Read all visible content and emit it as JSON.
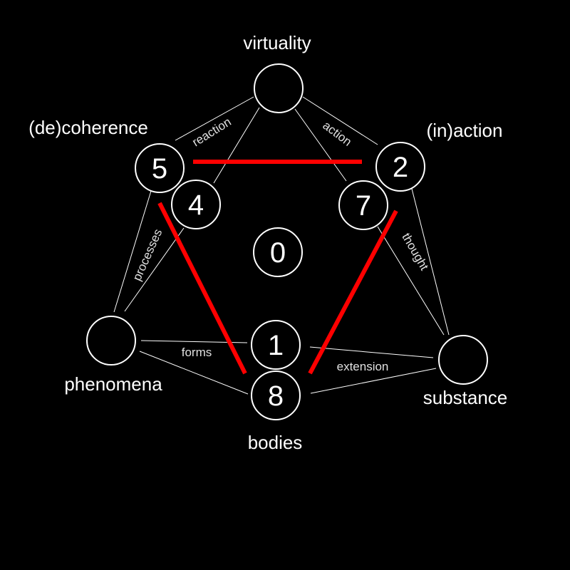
{
  "colors": {
    "background": "#000000",
    "line": "#ffffff",
    "highlight": "#ff0000"
  },
  "vertices": {
    "top": "virtuality",
    "upper_left": "(de)coherence",
    "upper_right": "(in)action",
    "lower_left": "phenomena",
    "lower_right": "substance",
    "bottom": "bodies"
  },
  "numbers": {
    "n5": "5",
    "n4": "4",
    "n2": "2",
    "n7": "7",
    "n0": "0",
    "n1": "1",
    "n8": "8"
  },
  "edges": {
    "reaction": "reaction",
    "action": "action",
    "processes": "processes",
    "thought": "thought",
    "forms": "forms",
    "extension": "extension"
  }
}
